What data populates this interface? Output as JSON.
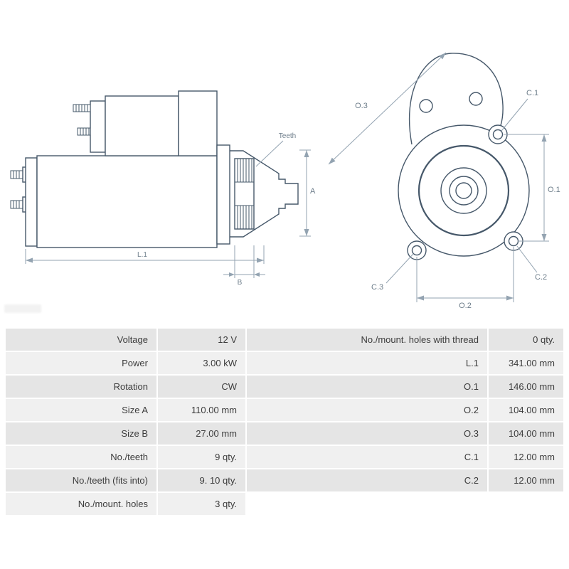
{
  "colors": {
    "outline": "#46586a",
    "dimension": "#93a3b1",
    "dim_text": "#6e7e8b",
    "row_dark": "#e5e5e5",
    "row_light": "#f0f0f0",
    "text": "#3c3c3c"
  },
  "diagram": {
    "side_view": {
      "teeth": "Teeth",
      "a": "A",
      "b": "B",
      "l1": "L.1"
    },
    "front_view": {
      "o3": "O.3",
      "c1": "C.1",
      "o1": "O.1",
      "c2": "C.2",
      "c3": "C.3",
      "o2": "O.2"
    }
  },
  "table": {
    "rows": [
      {
        "label_left": "Voltage",
        "value_left": "12 V",
        "label_right": "No./mount. holes with thread",
        "value_right": "0 qty."
      },
      {
        "label_left": "Power",
        "value_left": "3.00 kW",
        "label_right": "L.1",
        "value_right": "341.00 mm"
      },
      {
        "label_left": "Rotation",
        "value_left": "CW",
        "label_right": "O.1",
        "value_right": "146.00 mm"
      },
      {
        "label_left": "Size A",
        "value_left": "110.00 mm",
        "label_right": "O.2",
        "value_right": "104.00 mm"
      },
      {
        "label_left": "Size B",
        "value_left": "27.00 mm",
        "label_right": "O.3",
        "value_right": "104.00 mm"
      },
      {
        "label_left": "No./teeth",
        "value_left": "9 qty.",
        "label_right": "C.1",
        "value_right": "12.00 mm"
      },
      {
        "label_left": "No./teeth (fits into)",
        "value_left": "9. 10 qty.",
        "label_right": "C.2",
        "value_right": "12.00 mm"
      },
      {
        "label_left": "No./mount. holes",
        "value_left": "3 qty.",
        "label_right": "",
        "value_right": ""
      }
    ]
  }
}
